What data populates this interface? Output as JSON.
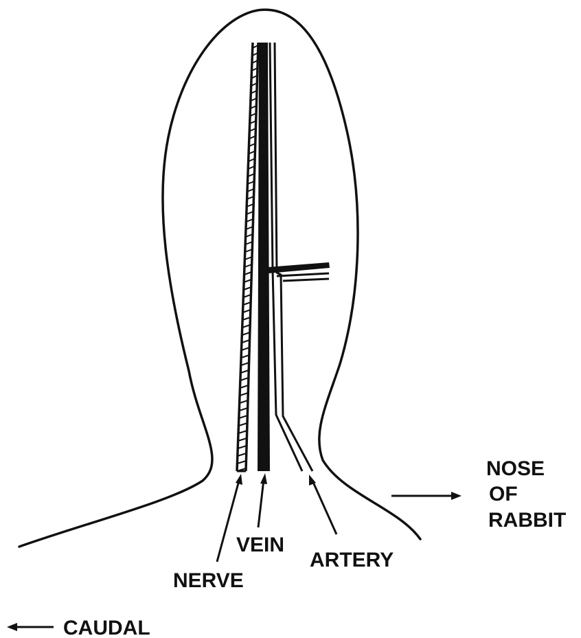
{
  "labels": {
    "nerve": "NERVE",
    "vein": "VEIN",
    "artery": "ARTERY",
    "nose_line1": "NOSE",
    "nose_line2": "OF",
    "nose_line3": "RABBIT",
    "caudal": "CAUDAL"
  },
  "colors": {
    "ink": "#111111",
    "background": "#ffffff"
  }
}
